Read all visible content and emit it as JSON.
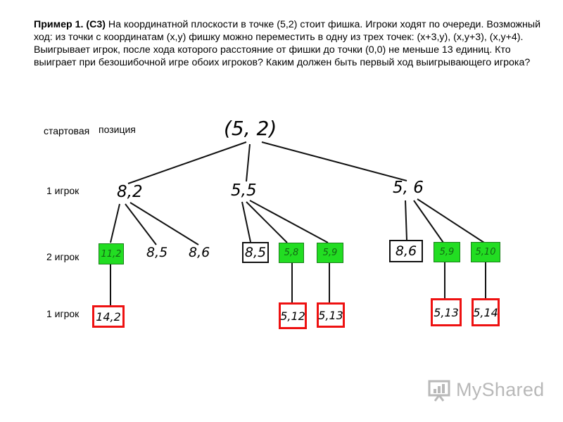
{
  "problem": {
    "title": "Пример 1.",
    "code": "(C3)",
    "text": "На координатной плоскости в точке (5,2) стоит фишка. Игроки ходят по очереди. Возможный ход: из точки с координатам (x,y) фишку можно переместить в одну из трех точек: (x+3,y), (x,y+3), (x,y+4). Выигрывает игрок, после хода которого расстояние от фишки до точки (0,0) не меньше 13 единиц. Кто выиграет при безошибочной игре обоих игроков? Каким должен быть первый ход выигрывающего игрока?"
  },
  "levels": {
    "start": "стартовая",
    "start_pos": "позиция",
    "player1_a": "1 игрок",
    "player2": "2 игрок",
    "player1_b": "1 игрок"
  },
  "tree": {
    "root": "(5, 2)",
    "level1": [
      "8,2",
      "5,5",
      "5, 6"
    ],
    "level2": [
      "11,2",
      "8,5",
      "8,6",
      "8,5",
      "5,8",
      "5,9",
      "8,6",
      "5,9",
      "5,10"
    ],
    "level3": [
      "14,2",
      "5,12",
      "5,13",
      "5,13",
      "5,14"
    ]
  },
  "colors": {
    "winning_move": "#22dd22",
    "final_win": "#ee1111"
  },
  "logo": {
    "icon": "presentation-board-icon",
    "text": "MyShared"
  }
}
